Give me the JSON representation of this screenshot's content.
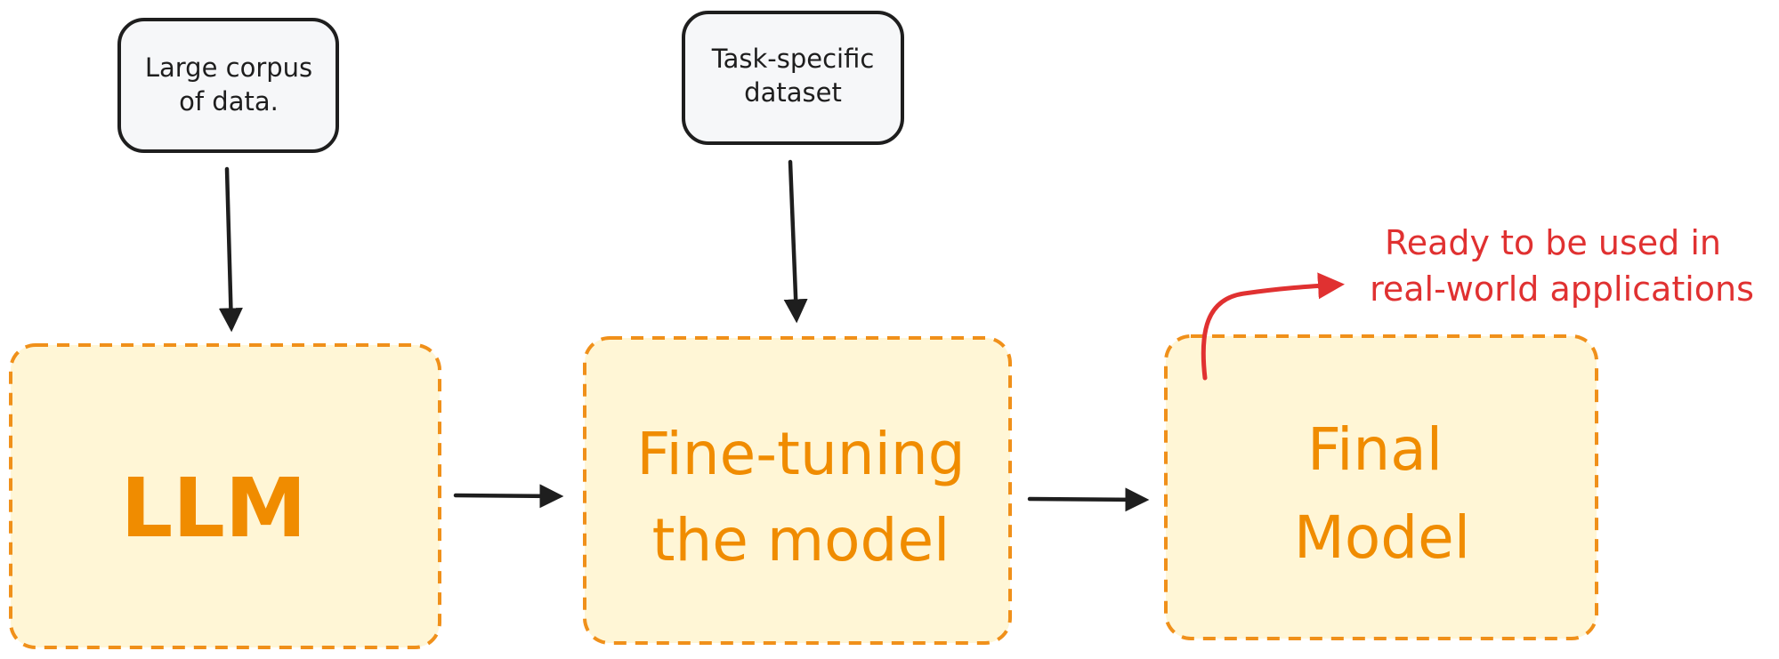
{
  "sources": {
    "corpus": {
      "line1": "Large corpus",
      "line2": "of data."
    },
    "task_dataset": {
      "line1": "Task-specific",
      "line2": "dataset"
    }
  },
  "stages": {
    "llm": {
      "label": "LLM"
    },
    "fine_tuning": {
      "line1": "Fine-tuning",
      "line2": "the model"
    },
    "final_model": {
      "line1": "Final",
      "line2": "Model"
    }
  },
  "annotation": {
    "line1": "Ready to be used in",
    "line2": "real-world applications"
  },
  "colors": {
    "stage_fill": "#fff6d6",
    "stage_border": "#f0901a",
    "stage_text": "#f08c00",
    "source_fill": "#f6f7f9",
    "source_border": "#1e1e1e",
    "arrow": "#1e1e1e",
    "annotation": "#e03131"
  }
}
